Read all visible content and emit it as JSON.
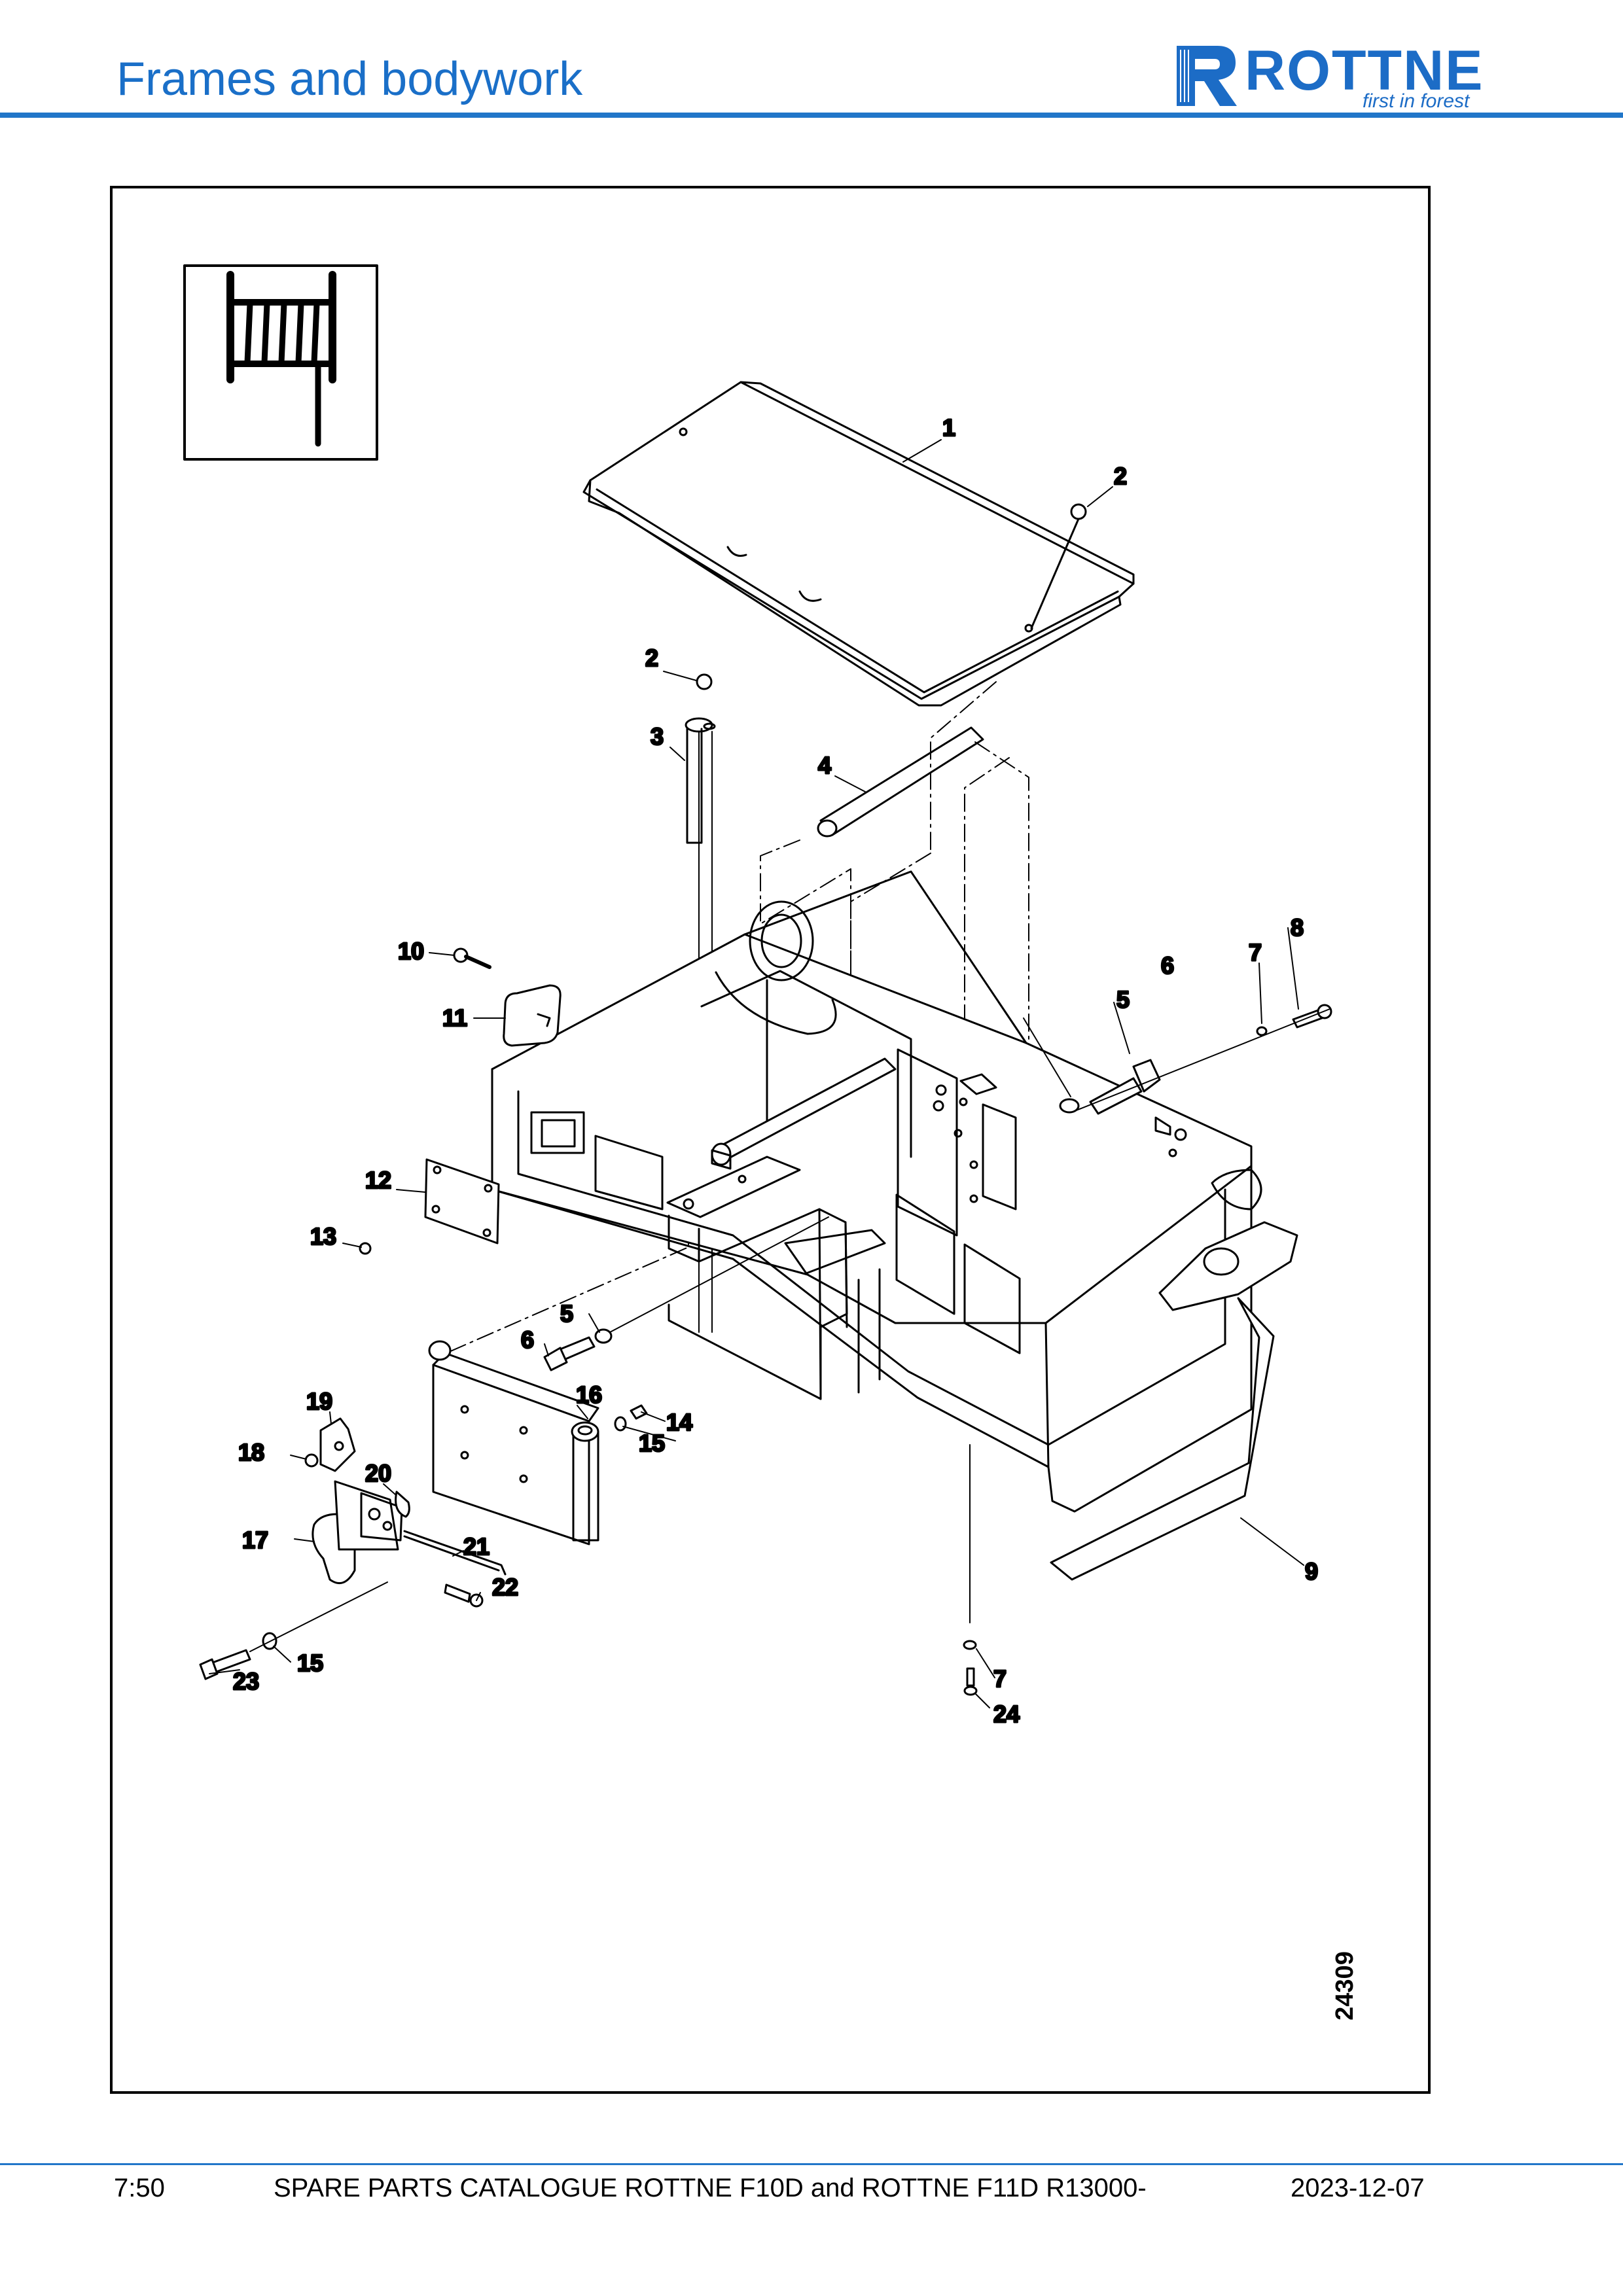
{
  "header": {
    "title": "Frames and bodywork",
    "logo": {
      "wordmark": "ROTTNE",
      "tagline": "first in forest",
      "mark_icon": "rottne-r-logo-icon",
      "color": "#1c6cc6"
    },
    "rule_color": "#2176c9"
  },
  "drawing": {
    "figure_number": "24309",
    "symbol_icon": "winch-drum-icon",
    "callouts": [
      {
        "id": "c1",
        "label": "1"
      },
      {
        "id": "c2a",
        "label": "2"
      },
      {
        "id": "c2b",
        "label": "2"
      },
      {
        "id": "c3",
        "label": "3"
      },
      {
        "id": "c4",
        "label": "4"
      },
      {
        "id": "c5a",
        "label": "5"
      },
      {
        "id": "c5b",
        "label": "5"
      },
      {
        "id": "c6a",
        "label": "6"
      },
      {
        "id": "c6b",
        "label": "6"
      },
      {
        "id": "c7a",
        "label": "7"
      },
      {
        "id": "c7b",
        "label": "7"
      },
      {
        "id": "c8",
        "label": "8"
      },
      {
        "id": "c9",
        "label": "9"
      },
      {
        "id": "c10",
        "label": "10"
      },
      {
        "id": "c11",
        "label": "11"
      },
      {
        "id": "c12",
        "label": "12"
      },
      {
        "id": "c13",
        "label": "13"
      },
      {
        "id": "c14",
        "label": "14"
      },
      {
        "id": "c15a",
        "label": "15"
      },
      {
        "id": "c15b",
        "label": "15"
      },
      {
        "id": "c16",
        "label": "16"
      },
      {
        "id": "c17",
        "label": "17"
      },
      {
        "id": "c18",
        "label": "18"
      },
      {
        "id": "c19",
        "label": "19"
      },
      {
        "id": "c20",
        "label": "20"
      },
      {
        "id": "c21",
        "label": "21"
      },
      {
        "id": "c22",
        "label": "22"
      },
      {
        "id": "c23",
        "label": "23"
      },
      {
        "id": "c24",
        "label": "24"
      }
    ]
  },
  "footer": {
    "page": "7:50",
    "catalog": "SPARE PARTS CATALOGUE ROTTNE F10D and ROTTNE F11D R13000-",
    "date": "2023-12-07"
  }
}
